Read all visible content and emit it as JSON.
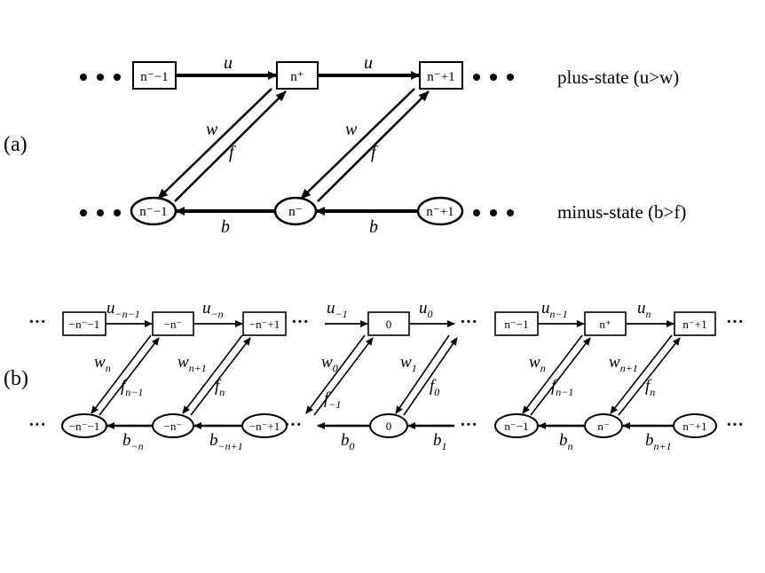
{
  "panel_a": {
    "label": "(a)",
    "plus_state_label": "plus-state (u>w)",
    "minus_state_label": "minus-state (b>f)",
    "plus_states": [
      "n⁻−1",
      "n⁺",
      "n⁻+1"
    ],
    "minus_states": [
      "n⁻−1",
      "n⁻",
      "n⁻+1"
    ],
    "rates": {
      "forward": "u",
      "backward": "b",
      "down": "w",
      "up": "f"
    }
  },
  "panel_b": {
    "label": "(b)",
    "plus_states": [
      "−n⁻−1",
      "−n⁻",
      "−n⁻+1",
      "0",
      "n⁻−1",
      "n⁺",
      "n⁻+1"
    ],
    "minus_states": [
      "−n⁻−1",
      "−n⁻",
      "−n⁻+1",
      "0",
      "n⁻−1",
      "n⁻",
      "n⁻+1"
    ],
    "u_rates": [
      {
        "base": "u",
        "sub": "−n−1"
      },
      {
        "base": "u",
        "sub": "−n"
      },
      {
        "base": "u",
        "sub": "−1"
      },
      {
        "base": "u",
        "sub": "0"
      },
      {
        "base": "u",
        "sub": "n−1"
      },
      {
        "base": "u",
        "sub": "n"
      }
    ],
    "b_rates": [
      {
        "base": "b",
        "sub": "−n"
      },
      {
        "base": "b",
        "sub": "−n+1"
      },
      {
        "base": "b",
        "sub": "0"
      },
      {
        "base": "b",
        "sub": "1"
      },
      {
        "base": "b",
        "sub": "n"
      },
      {
        "base": "b",
        "sub": "n+1"
      }
    ],
    "w_rates": [
      {
        "base": "w",
        "sub": "n"
      },
      {
        "base": "w",
        "sub": "n+1"
      },
      {
        "base": "w",
        "sub": "0"
      },
      {
        "base": "w",
        "sub": "1"
      },
      {
        "base": "w",
        "sub": "n"
      },
      {
        "base": "w",
        "sub": "n+1"
      }
    ],
    "f_rates": [
      {
        "base": "f",
        "sub": "n−1"
      },
      {
        "base": "f",
        "sub": "n"
      },
      {
        "base": "f",
        "sub": "−1"
      },
      {
        "base": "f",
        "sub": "0"
      },
      {
        "base": "f",
        "sub": "n−1"
      },
      {
        "base": "f",
        "sub": "n"
      }
    ],
    "ellipsis": "···"
  }
}
